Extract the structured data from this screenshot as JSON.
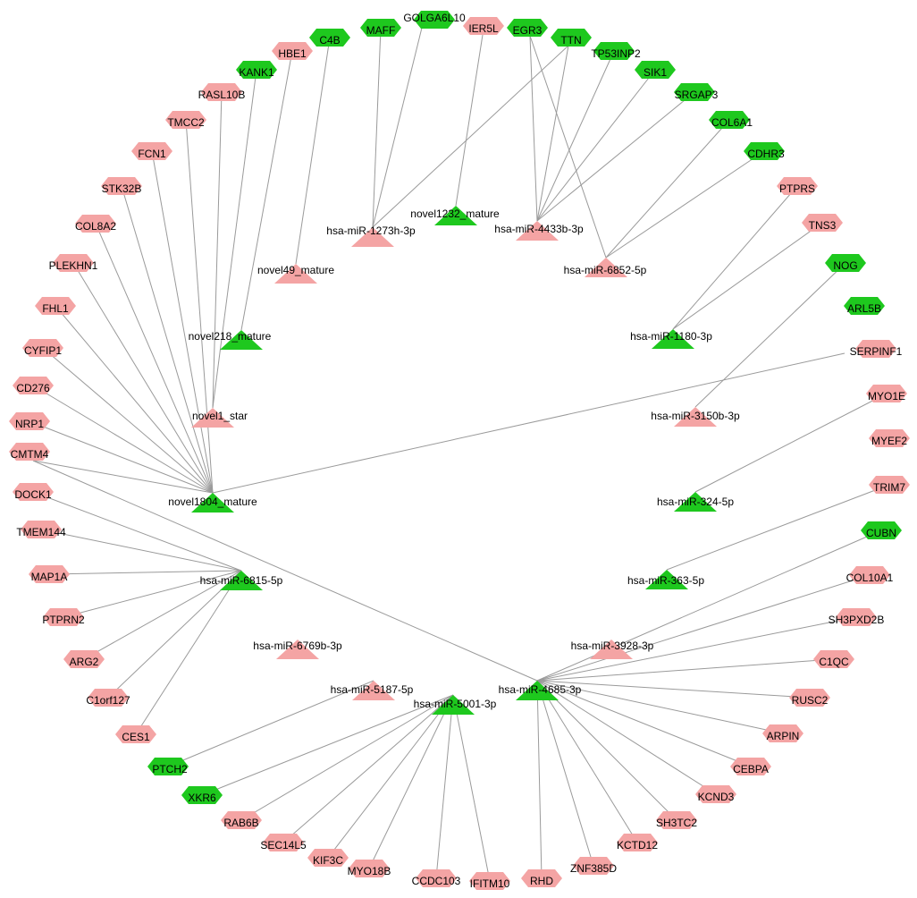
{
  "colors": {
    "up": "#f4a4a4",
    "down": "#1ec81e",
    "edge": "#9a9a9a"
  },
  "mirnas": [
    {
      "id": "hsa-miR-1273h-3p",
      "color": "up"
    },
    {
      "id": "novel1232_mature",
      "color": "down"
    },
    {
      "id": "hsa-miR-4433b-3p",
      "color": "up"
    },
    {
      "id": "hsa-miR-6852-5p",
      "color": "up"
    },
    {
      "id": "novel49_mature",
      "color": "up"
    },
    {
      "id": "novel218_mature",
      "color": "down"
    },
    {
      "id": "hsa-miR-1180-3p",
      "color": "down"
    },
    {
      "id": "novel1_star",
      "color": "up"
    },
    {
      "id": "hsa-miR-3150b-3p",
      "color": "up"
    },
    {
      "id": "novel1804_mature",
      "color": "down"
    },
    {
      "id": "hsa-miR-324-5p",
      "color": "down"
    },
    {
      "id": "hsa-miR-6815-5p",
      "color": "down"
    },
    {
      "id": "hsa-miR-363-5p",
      "color": "down"
    },
    {
      "id": "hsa-miR-6769b-3p",
      "color": "up"
    },
    {
      "id": "hsa-miR-3928-3p",
      "color": "up"
    },
    {
      "id": "hsa-miR-5187-5p",
      "color": "up"
    },
    {
      "id": "hsa-miR-4685-3p",
      "color": "down"
    },
    {
      "id": "hsa-miR-5001-3p",
      "color": "down"
    }
  ],
  "genes": [
    {
      "id": "GOLGA6L10",
      "color": "down"
    },
    {
      "id": "IER5L",
      "color": "up"
    },
    {
      "id": "EGR3",
      "color": "down"
    },
    {
      "id": "TTN",
      "color": "down"
    },
    {
      "id": "TP53INP2",
      "color": "down"
    },
    {
      "id": "SIK1",
      "color": "down"
    },
    {
      "id": "SRGAP3",
      "color": "down"
    },
    {
      "id": "COL6A1",
      "color": "down"
    },
    {
      "id": "CDHR3",
      "color": "down"
    },
    {
      "id": "PTPRS",
      "color": "up"
    },
    {
      "id": "TNS3",
      "color": "up"
    },
    {
      "id": "NOG",
      "color": "down"
    },
    {
      "id": "ARL5B",
      "color": "down"
    },
    {
      "id": "SERPINF1",
      "color": "up"
    },
    {
      "id": "MYO1E",
      "color": "up"
    },
    {
      "id": "MYEF2",
      "color": "up"
    },
    {
      "id": "TRIM7",
      "color": "up"
    },
    {
      "id": "CUBN",
      "color": "down"
    },
    {
      "id": "COL10A1",
      "color": "up"
    },
    {
      "id": "SH3PXD2B",
      "color": "up"
    },
    {
      "id": "C1QC",
      "color": "up"
    },
    {
      "id": "RUSC2",
      "color": "up"
    },
    {
      "id": "ARPIN",
      "color": "up"
    },
    {
      "id": "CEBPA",
      "color": "up"
    },
    {
      "id": "KCND3",
      "color": "up"
    },
    {
      "id": "SH3TC2",
      "color": "up"
    },
    {
      "id": "KCTD12",
      "color": "up"
    },
    {
      "id": "ZNF385D",
      "color": "up"
    },
    {
      "id": "RHD",
      "color": "up"
    },
    {
      "id": "IFITM10",
      "color": "up"
    },
    {
      "id": "CCDC103",
      "color": "up"
    },
    {
      "id": "MYO18B",
      "color": "up"
    },
    {
      "id": "KIF3C",
      "color": "up"
    },
    {
      "id": "SEC14L5",
      "color": "up"
    },
    {
      "id": "RAB6B",
      "color": "up"
    },
    {
      "id": "XKR6",
      "color": "down"
    },
    {
      "id": "PTCH2",
      "color": "down"
    },
    {
      "id": "CES1",
      "color": "up"
    },
    {
      "id": "C1orf127",
      "color": "up"
    },
    {
      "id": "ARG2",
      "color": "up"
    },
    {
      "id": "PTPRN2",
      "color": "up"
    },
    {
      "id": "MAP1A",
      "color": "up"
    },
    {
      "id": "TMEM144",
      "color": "up"
    },
    {
      "id": "DOCK1",
      "color": "up"
    },
    {
      "id": "CMTM4",
      "color": "up"
    },
    {
      "id": "NRP1",
      "color": "up"
    },
    {
      "id": "CD276",
      "color": "up"
    },
    {
      "id": "CYFIP1",
      "color": "up"
    },
    {
      "id": "FHL1",
      "color": "up"
    },
    {
      "id": "PLEKHN1",
      "color": "up"
    },
    {
      "id": "COL8A2",
      "color": "up"
    },
    {
      "id": "STK32B",
      "color": "up"
    },
    {
      "id": "FCN1",
      "color": "up"
    },
    {
      "id": "TMCC2",
      "color": "up"
    },
    {
      "id": "RASL10B",
      "color": "up"
    },
    {
      "id": "KANK1",
      "color": "down"
    },
    {
      "id": "HBE1",
      "color": "up"
    },
    {
      "id": "C4B",
      "color": "down"
    },
    {
      "id": "MAFF",
      "color": "down"
    }
  ],
  "edges": [
    [
      "hsa-miR-1273h-3p",
      "GOLGA6L10"
    ],
    [
      "hsa-miR-1273h-3p",
      "MAFF"
    ],
    [
      "hsa-miR-1273h-3p",
      "TTN"
    ],
    [
      "novel1232_mature",
      "IER5L"
    ],
    [
      "hsa-miR-4433b-3p",
      "EGR3"
    ],
    [
      "hsa-miR-4433b-3p",
      "TTN"
    ],
    [
      "hsa-miR-4433b-3p",
      "TP53INP2"
    ],
    [
      "hsa-miR-4433b-3p",
      "SIK1"
    ],
    [
      "hsa-miR-4433b-3p",
      "SRGAP3"
    ],
    [
      "hsa-miR-6852-5p",
      "EGR3"
    ],
    [
      "hsa-miR-6852-5p",
      "COL6A1"
    ],
    [
      "hsa-miR-6852-5p",
      "CDHR3"
    ],
    [
      "novel49_mature",
      "C4B"
    ],
    [
      "novel218_mature",
      "HBE1"
    ],
    [
      "novel1_star",
      "KANK1"
    ],
    [
      "novel1_star",
      "RASL10B"
    ],
    [
      "hsa-miR-1180-3p",
      "PTPRS"
    ],
    [
      "hsa-miR-1180-3p",
      "TNS3"
    ],
    [
      "hsa-miR-3150b-3p",
      "NOG"
    ],
    [
      "hsa-miR-324-5p",
      "MYO1E"
    ],
    [
      "hsa-miR-363-5p",
      "TRIM7"
    ],
    [
      "novel1804_mature",
      "SERPINF1"
    ],
    [
      "novel1804_mature",
      "TMCC2"
    ],
    [
      "novel1804_mature",
      "FCN1"
    ],
    [
      "novel1804_mature",
      "STK32B"
    ],
    [
      "novel1804_mature",
      "COL8A2"
    ],
    [
      "novel1804_mature",
      "PLEKHN1"
    ],
    [
      "novel1804_mature",
      "FHL1"
    ],
    [
      "novel1804_mature",
      "CYFIP1"
    ],
    [
      "novel1804_mature",
      "CD276"
    ],
    [
      "novel1804_mature",
      "NRP1"
    ],
    [
      "novel1804_mature",
      "CMTM4"
    ],
    [
      "hsa-miR-6815-5p",
      "DOCK1"
    ],
    [
      "hsa-miR-6815-5p",
      "TMEM144"
    ],
    [
      "hsa-miR-6815-5p",
      "MAP1A"
    ],
    [
      "hsa-miR-6815-5p",
      "PTPRN2"
    ],
    [
      "hsa-miR-6815-5p",
      "ARG2"
    ],
    [
      "hsa-miR-6815-5p",
      "C1orf127"
    ],
    [
      "hsa-miR-6815-5p",
      "CES1"
    ],
    [
      "hsa-miR-4685-3p",
      "CMTM4"
    ],
    [
      "hsa-miR-4685-3p",
      "CUBN"
    ],
    [
      "hsa-miR-4685-3p",
      "COL10A1"
    ],
    [
      "hsa-miR-4685-3p",
      "SH3PXD2B"
    ],
    [
      "hsa-miR-4685-3p",
      "C1QC"
    ],
    [
      "hsa-miR-4685-3p",
      "RUSC2"
    ],
    [
      "hsa-miR-4685-3p",
      "ARPIN"
    ],
    [
      "hsa-miR-4685-3p",
      "CEBPA"
    ],
    [
      "hsa-miR-4685-3p",
      "KCND3"
    ],
    [
      "hsa-miR-4685-3p",
      "SH3TC2"
    ],
    [
      "hsa-miR-4685-3p",
      "KCTD12"
    ],
    [
      "hsa-miR-4685-3p",
      "ZNF385D"
    ],
    [
      "hsa-miR-4685-3p",
      "RHD"
    ],
    [
      "hsa-miR-5001-3p",
      "IFITM10"
    ],
    [
      "hsa-miR-5001-3p",
      "CCDC103"
    ],
    [
      "hsa-miR-5001-3p",
      "MYO18B"
    ],
    [
      "hsa-miR-5001-3p",
      "KIF3C"
    ],
    [
      "hsa-miR-5001-3p",
      "SEC14L5"
    ],
    [
      "hsa-miR-5001-3p",
      "RAB6B"
    ],
    [
      "hsa-miR-5001-3p",
      "XKR6"
    ],
    [
      "hsa-miR-5187-5p",
      "PTCH2"
    ]
  ]
}
